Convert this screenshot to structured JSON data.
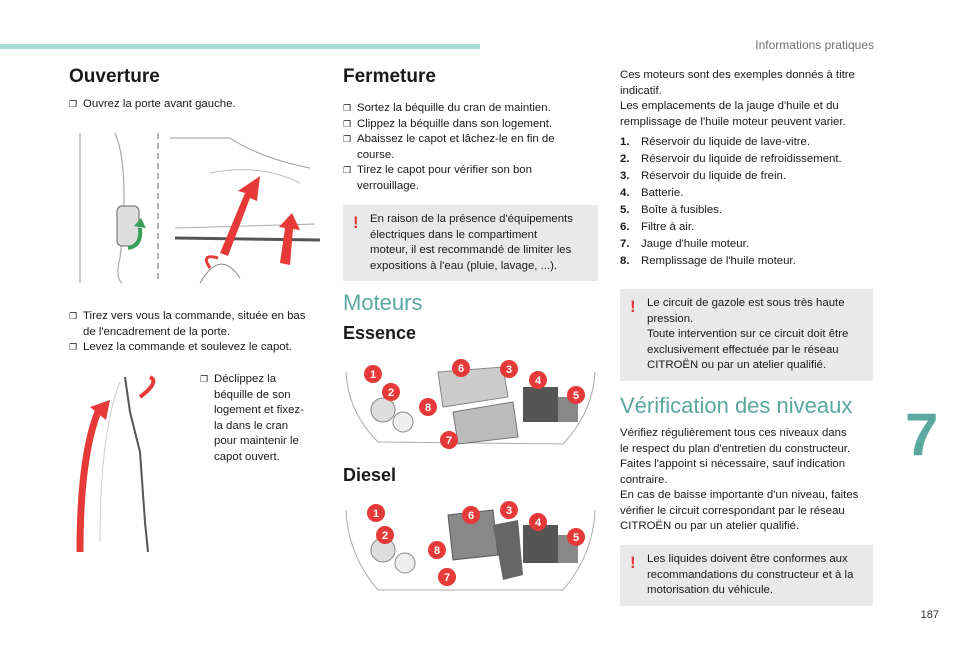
{
  "header": {
    "title": "Informations pratiques"
  },
  "ouverture": {
    "title": "Ouverture",
    "step1": "Ouvrez la porte avant gauche.",
    "steps2": [
      "Tirez vers vous la commande, située en bas",
      "de l'encadrement de la porte.",
      "Levez la commande et soulevez le capot."
    ],
    "step3": [
      "Déclippez la",
      "béquille de son",
      "logement et fixez-",
      "la dans le cran",
      "pour maintenir le",
      "capot ouvert."
    ]
  },
  "fermeture": {
    "title": "Fermeture",
    "steps": [
      "Sortez la béquille du cran de maintien.",
      "Clippez la béquille dans son logement.",
      "Abaissez le capot et lâchez-le en fin de",
      "course.",
      "Tirez le capot pour vérifier son bon",
      "verrouillage."
    ],
    "warning": [
      "En raison de la présence d'équipements",
      "électriques dans le compartiment",
      "moteur, il est recommandé de limiter les",
      "expositions à l'eau (pluie, lavage, ...)."
    ]
  },
  "moteurs": {
    "title": "Moteurs",
    "essence": "Essence",
    "diesel": "Diesel",
    "callouts": [
      "1",
      "2",
      "3",
      "4",
      "5",
      "6",
      "7",
      "8"
    ]
  },
  "right": {
    "intro": [
      "Ces moteurs sont des exemples donnés à titre",
      "indicatif.",
      "Les emplacements de la jauge d'huile et du",
      "remplissage de l'huile moteur peuvent varier."
    ],
    "list": [
      {
        "n": "1.",
        "t": "Réservoir du liquide de lave-vitre."
      },
      {
        "n": "2.",
        "t": "Réservoir du liquide de refroidissement."
      },
      {
        "n": "3.",
        "t": "Réservoir du liquide de frein."
      },
      {
        "n": "4.",
        "t": "Batterie."
      },
      {
        "n": "5.",
        "t": "Boîte à fusibles."
      },
      {
        "n": "6.",
        "t": "Filtre à air."
      },
      {
        "n": "7.",
        "t": "Jauge d'huile moteur."
      },
      {
        "n": "8.",
        "t": "Remplissage de l'huile moteur."
      }
    ],
    "warning": [
      "Le circuit de gazole est sous très haute",
      "pression.",
      "Toute intervention sur ce circuit doit être",
      "exclusivement effectuée par le réseau",
      "CITROËN ou par un atelier qualifié."
    ]
  },
  "verification": {
    "title": "Vérification des niveaux",
    "body": [
      "Vérifiez régulièrement tous ces niveaux dans",
      "le respect du plan d'entretien du constructeur.",
      "Faites l'appoint si nécessaire, sauf indication",
      "contraire.",
      "En cas de baisse importante d'un niveau, faites",
      "vérifier le circuit correspondant par le réseau",
      "CITROËN ou par un atelier qualifié."
    ],
    "warning": [
      "Les liquides doivent être conformes aux",
      "recommandations du constructeur et à la",
      "motorisation du véhicule."
    ]
  },
  "chapter": "7",
  "page": "187",
  "colors": {
    "accent": "#5aa8a0",
    "warning": "#e53a37",
    "callout": "#e53a37",
    "box": "#e9e9e9"
  }
}
